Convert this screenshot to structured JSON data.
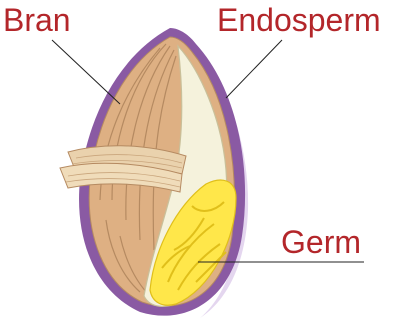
{
  "labels": {
    "bran": "Bran",
    "endosperm": "Endosperm",
    "germ": "Germ"
  },
  "colors": {
    "label_text": "#b3262a",
    "outline": "#8a5aa3",
    "bran": "#deb083",
    "bran_stroke": "#b58a61",
    "endosperm": "#f5f2dc",
    "endosperm_stroke": "#c9c09a",
    "germ": "#ffe74a",
    "germ_dark": "#e0bf1a",
    "shadow": "#e4d6ef",
    "leader_line": "#222222"
  }
}
